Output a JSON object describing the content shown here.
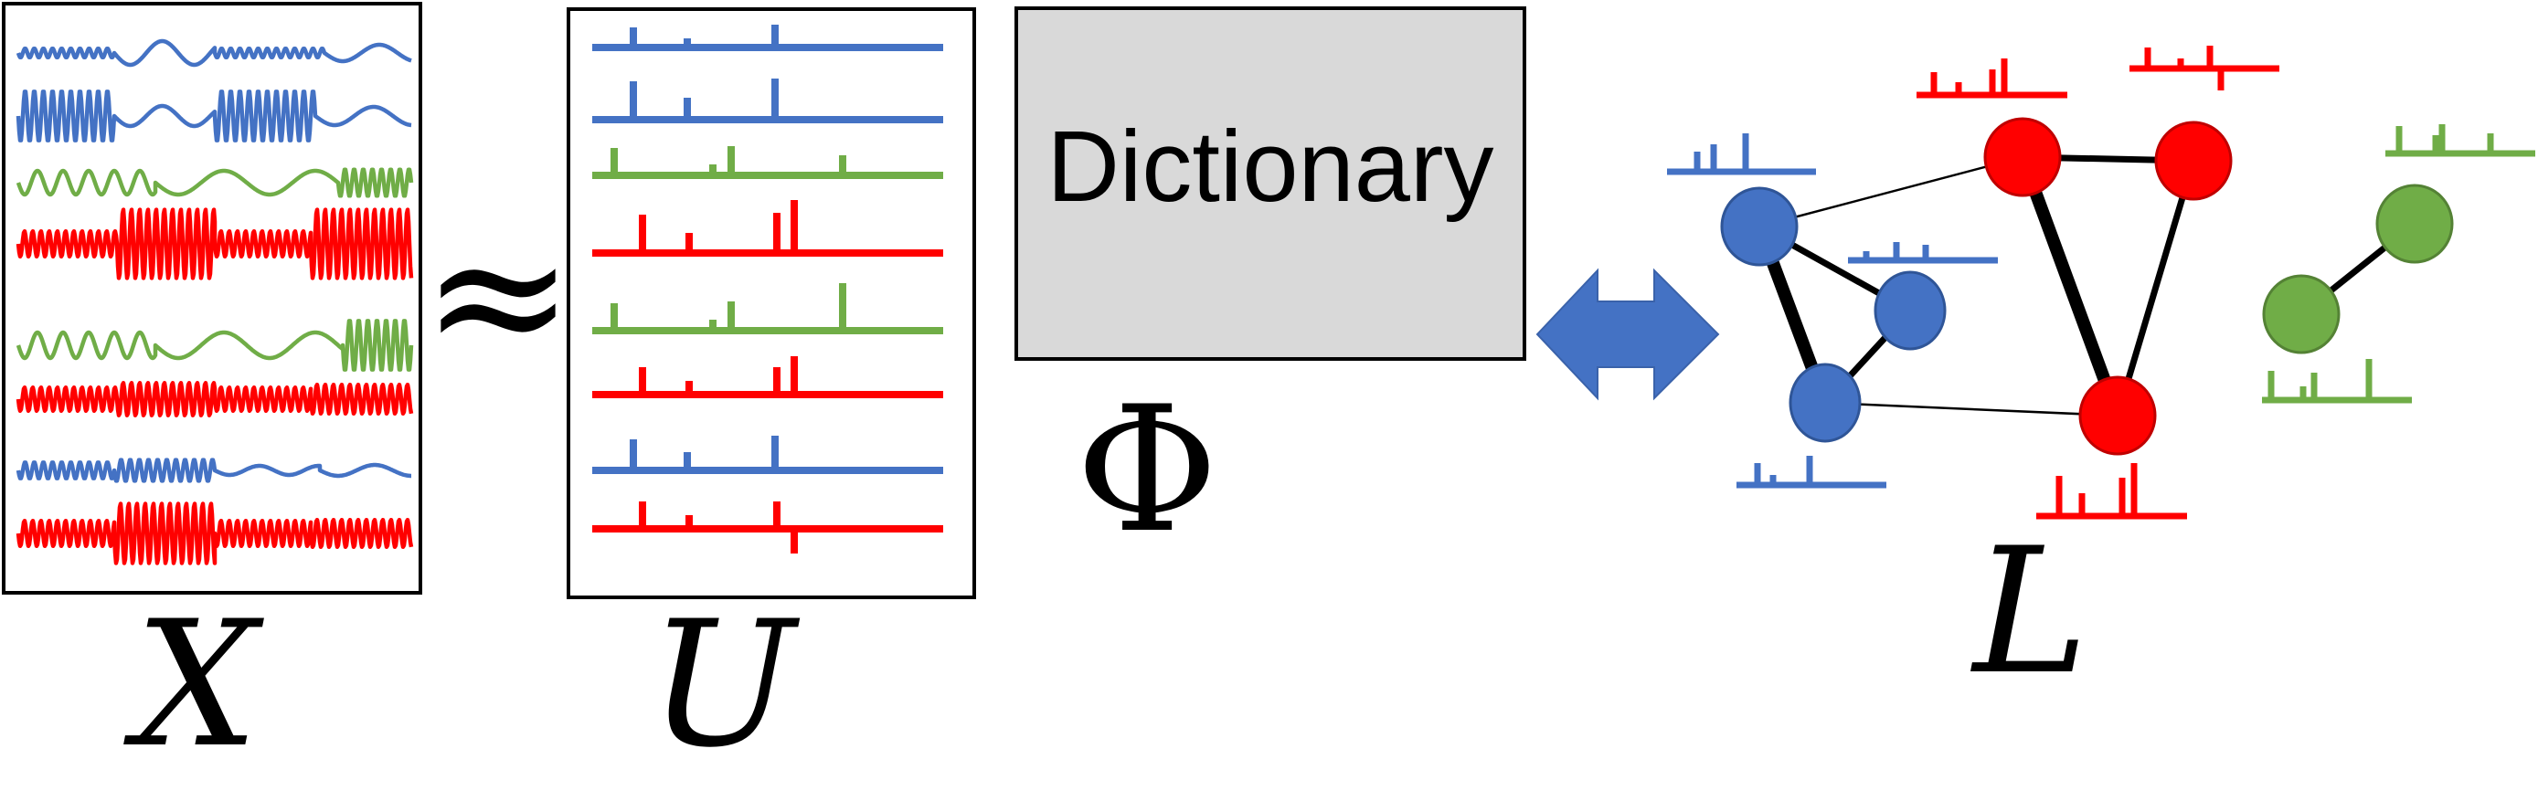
{
  "labels": {
    "x_matrix": "X",
    "approx_symbol": "≈",
    "u_matrix": "U",
    "dictionary": "Dictionary",
    "phi_symbol": "Φ",
    "laplacian": "L"
  },
  "colors": {
    "blue": "#4472C4",
    "green": "#70AD47",
    "red": "#FF0000",
    "dictionary_fill": "#D9D9D9",
    "black": "#000000"
  },
  "x_signals": [
    "blue",
    "blue",
    "green",
    "red",
    "green",
    "red",
    "blue",
    "red"
  ],
  "u_signals": [
    "blue",
    "blue",
    "green",
    "red",
    "green",
    "red",
    "blue",
    "red"
  ],
  "graph": {
    "nodes": [
      {
        "id": "b1",
        "color": "blue"
      },
      {
        "id": "b2",
        "color": "blue"
      },
      {
        "id": "b3",
        "color": "blue"
      },
      {
        "id": "r1",
        "color": "red"
      },
      {
        "id": "r2",
        "color": "red"
      },
      {
        "id": "r3",
        "color": "red"
      },
      {
        "id": "g1",
        "color": "green"
      },
      {
        "id": "g2",
        "color": "green"
      }
    ],
    "edges": [
      {
        "from": "b1",
        "to": "r1",
        "weight": "thin"
      },
      {
        "from": "b1",
        "to": "b2",
        "weight": "medium"
      },
      {
        "from": "b1",
        "to": "b3",
        "weight": "thick"
      },
      {
        "from": "b2",
        "to": "b3",
        "weight": "medium"
      },
      {
        "from": "b3",
        "to": "r3",
        "weight": "thin"
      },
      {
        "from": "r1",
        "to": "r2",
        "weight": "medium"
      },
      {
        "from": "r1",
        "to": "r3",
        "weight": "thick"
      },
      {
        "from": "r2",
        "to": "r3",
        "weight": "medium"
      },
      {
        "from": "g2",
        "to": "g1",
        "weight": "medium"
      }
    ]
  }
}
